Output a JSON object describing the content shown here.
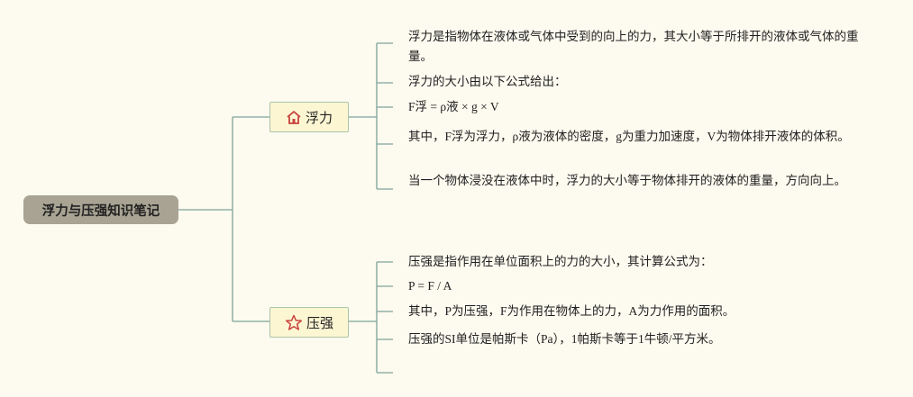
{
  "root": {
    "label": "浮力与压强知识笔记"
  },
  "branches": [
    {
      "label": "浮力",
      "icon": "house-icon",
      "items": [
        "浮力是指物体在液体或气体中受到的向上的力，其大小等于所排开的液体或气体的重量。",
        "浮力的大小由以下公式给出：",
        "F浮 = ρ液 × g × V",
        "其中，F浮为浮力，ρ液为液体的密度，g为重力加速度，V为物体排开液体的体积。",
        "当一个物体浸没在液体中时，浮力的大小等于物体排开的液体的重量，方向向上。"
      ]
    },
    {
      "label": "压强",
      "icon": "star-icon",
      "items": [
        "压强是指作用在单位面积上的力的大小，其计算公式为：",
        "P = F / A",
        "其中，P为压强，F为作用在物体上的力，A为力作用的面积。",
        "压强的SI单位是帕斯卡（Pa），1帕斯卡等于1牛顿/平方米。",
        ""
      ]
    }
  ],
  "colors": {
    "background": "#fdfaef",
    "root_fill": "#a8a393",
    "topic_fill": "#fdf6d3",
    "topic_border": "#aac4a8",
    "line": "#7fa39a",
    "icon": "#c8423c"
  }
}
